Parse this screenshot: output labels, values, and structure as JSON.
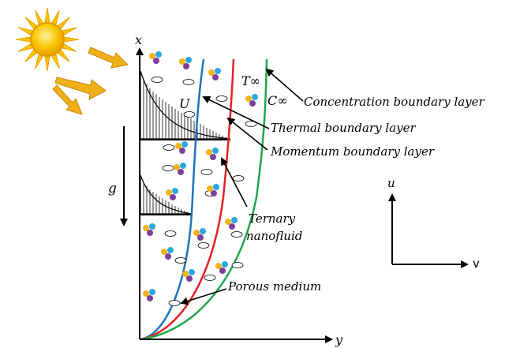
{
  "labels": {
    "x_axis": "x",
    "y_axis": "y",
    "velocity_u": "U",
    "t_inf": "T∞",
    "c_inf": "C∞",
    "gravity": "g",
    "concentration_bl": "Concentration boundary layer",
    "thermal_bl": "Thermal boundary layer",
    "momentum_bl": "Momentum boundary layer",
    "ternary_line1": "Ternary",
    "ternary_line2": "nanofluid",
    "porous_medium": "Porous medium",
    "axis_u": "u",
    "axis_v": "v"
  },
  "colors": {
    "sun": "#f7c600",
    "sun_ray": "#f1ad07",
    "incoming_ray": "#f0b01a",
    "momentum_curve": "#1e73be",
    "thermal_curve": "#e32124",
    "concentration_curve": "#20a84a",
    "particle_yellow": "#f2b41c",
    "particle_blue": "#29a7e1",
    "particle_purple": "#7d3f98"
  },
  "icons": {
    "sun": "sun-icon",
    "particle": "nanoparticle-cluster-icon",
    "pore": "pore-ellipse-icon"
  }
}
